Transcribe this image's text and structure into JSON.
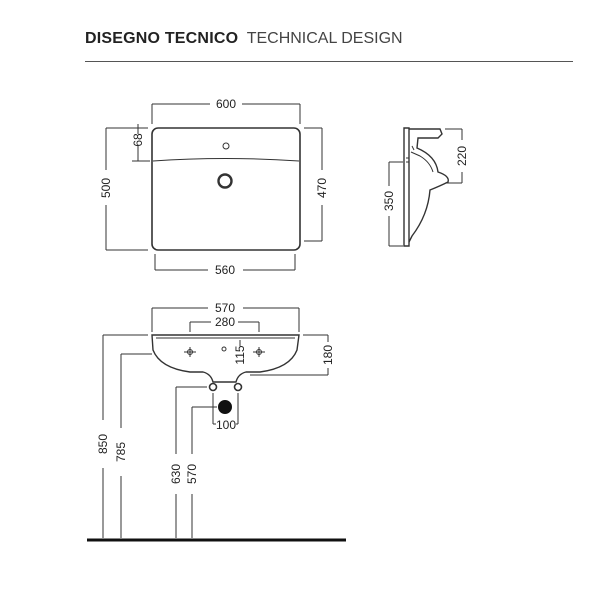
{
  "header": {
    "title_bold": "DISEGNO TECNICO",
    "title_regular": "TECHNICAL DESIGN"
  },
  "dimensions": {
    "top_view_width": "600",
    "top_view_depth": "500",
    "top_view_tap_offset": "68",
    "top_view_inner_depth": "470",
    "top_view_inner_width": "560",
    "side_view_height": "350",
    "side_view_rim": "220",
    "front_view_width": "570",
    "front_view_hole_spacing": "280",
    "front_view_hole_height": "115",
    "front_view_basin_height": "180",
    "front_view_waste_spacing": "100",
    "floor_to_rim": "850",
    "floor_to_bowl": "785",
    "floor_to_holes": "630",
    "floor_to_waste": "570"
  },
  "colors": {
    "line": "#333333",
    "fill": "#111111"
  }
}
